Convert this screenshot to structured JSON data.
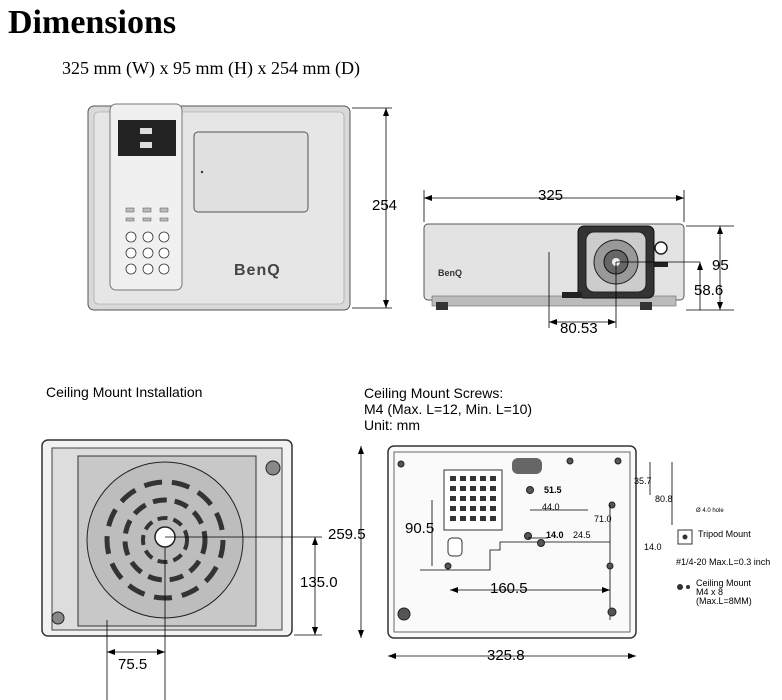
{
  "title": "Dimensions",
  "subtitle": "325 mm (W) x 95 mm (H) x 254 mm (D)",
  "top_view": {
    "depth": "254",
    "logo": "BenQ"
  },
  "front_view": {
    "width": "325",
    "height": "95",
    "lens_height": "58.6",
    "lens_offset": "80.53",
    "logo": "BenQ"
  },
  "ceiling": {
    "heading": "Ceiling Mount Installation",
    "dim_depth": "259.5",
    "dim_center_y": "135.0",
    "dim_center_x": "75.5"
  },
  "screws": {
    "heading_lines": [
      "Ceiling Mount Screws:",
      "M4 (Max. L=12, Min. L=10)",
      "Unit: mm"
    ],
    "dims": {
      "d357": "35.7",
      "d808": "80.8",
      "d515": "51.5",
      "d440": "44.0",
      "d710": "71.0",
      "d905": "90.5",
      "d140a": "14.0",
      "d245": "24.5",
      "d140b": "14.0",
      "d1605": "160.5",
      "d3258": "325.8"
    },
    "tripod_label": "Tripod Mount",
    "tripod_hole": "Ø 4.0 hole",
    "tripod_spec": "#1/4-20 Max.L=0.3 inch",
    "mount_label_lines": [
      "Ceiling Mount",
      "M4 x 8",
      "(Max.L=8MM)"
    ]
  }
}
